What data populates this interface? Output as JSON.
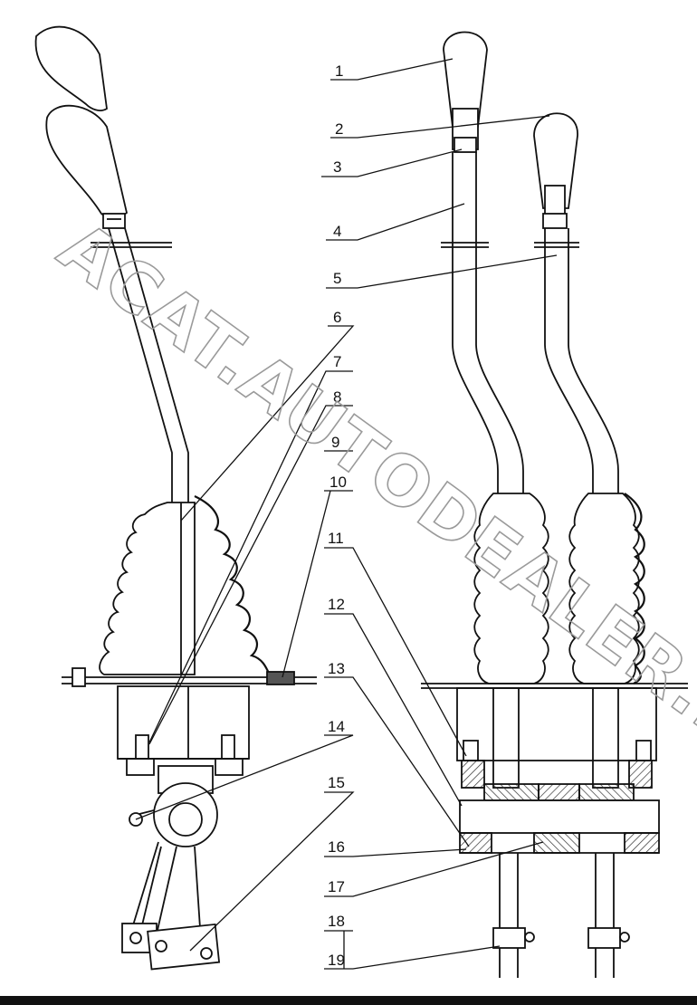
{
  "watermark": "ACAT.AUTODEALER.RU",
  "callouts": [
    "1",
    "2",
    "3",
    "4",
    "5",
    "6",
    "7",
    "8",
    "9",
    "10",
    "11",
    "12",
    "13",
    "14",
    "15",
    "16",
    "17",
    "18",
    "19"
  ],
  "colors": {
    "line": "#111111",
    "hatch": "#333333",
    "watermark": "#9a9a9a"
  }
}
